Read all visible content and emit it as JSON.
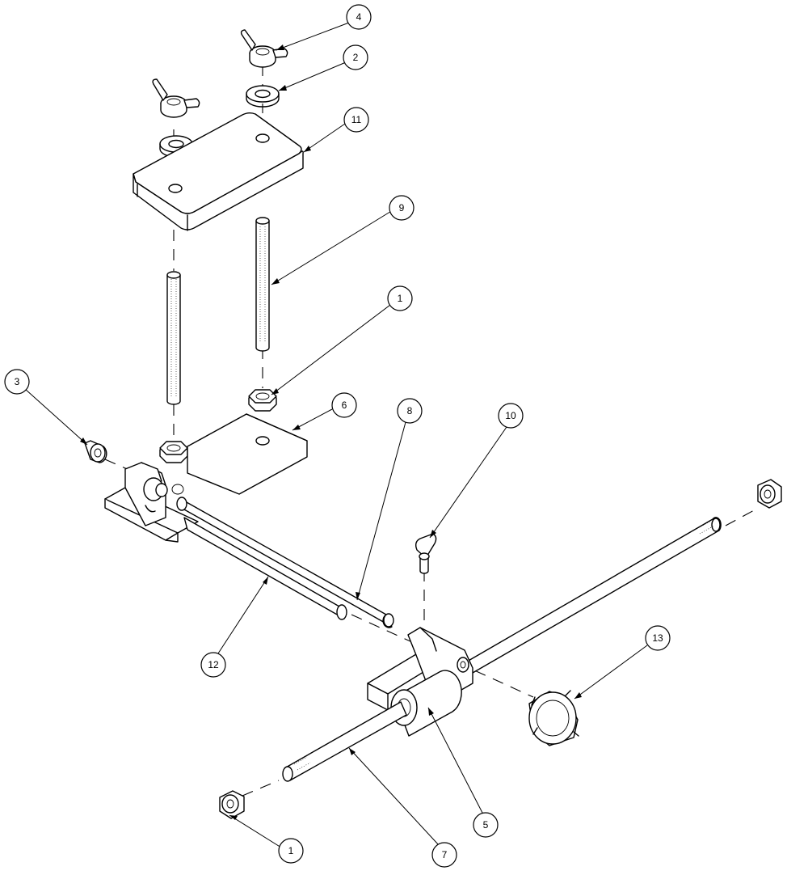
{
  "balloons": [
    {
      "id": "b4",
      "label": "4"
    },
    {
      "id": "b2",
      "label": "2"
    },
    {
      "id": "b11",
      "label": "11"
    },
    {
      "id": "b9",
      "label": "9"
    },
    {
      "id": "b1-top",
      "label": "1"
    },
    {
      "id": "b3",
      "label": "3"
    },
    {
      "id": "b6",
      "label": "6"
    },
    {
      "id": "b8",
      "label": "8"
    },
    {
      "id": "b10",
      "label": "10"
    },
    {
      "id": "b12",
      "label": "12"
    },
    {
      "id": "b13",
      "label": "13"
    },
    {
      "id": "b5",
      "label": "5"
    },
    {
      "id": "b7",
      "label": "7"
    },
    {
      "id": "b1-bottom",
      "label": "1"
    }
  ]
}
